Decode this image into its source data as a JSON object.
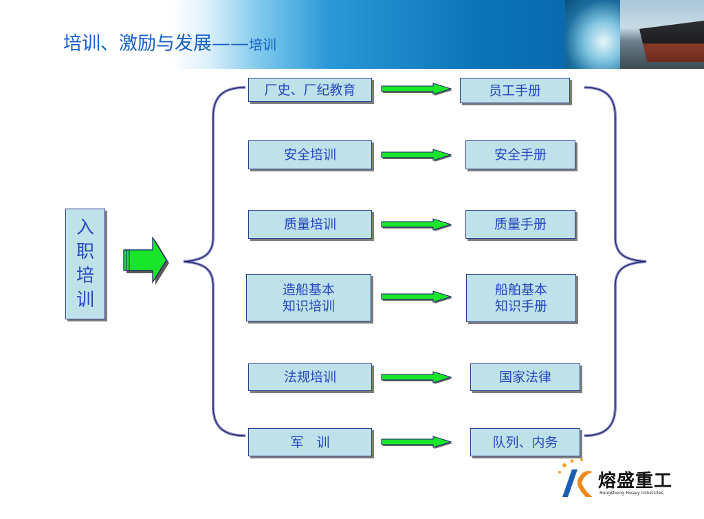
{
  "title": {
    "main": "培训、激励与发展——",
    "sub": "培训"
  },
  "left_box": {
    "chars": [
      "入",
      "职",
      "培",
      "训"
    ]
  },
  "rows": [
    {
      "training": "厂史、厂纪教育",
      "material": "员工手册"
    },
    {
      "training": "安全培训",
      "material": "安全手册"
    },
    {
      "training": "质量培训",
      "material": "质量手册"
    },
    {
      "training_lines": [
        "造船基本",
        "知识培训"
      ],
      "material_lines": [
        "船舶基本",
        "知识手册"
      ]
    },
    {
      "training": "法规培训",
      "material": "国家法律"
    },
    {
      "training": "军　训",
      "material": "队列、内务"
    }
  ],
  "logo": {
    "name": "熔盛重工",
    "english": "Rongsheng Heavy Industries"
  },
  "colors": {
    "title": "#1560c8",
    "box_fill": "#bfe1ea",
    "box_text": "#2546c0",
    "arrow_green": "#19e62a",
    "brace": "#8a8ad0"
  }
}
